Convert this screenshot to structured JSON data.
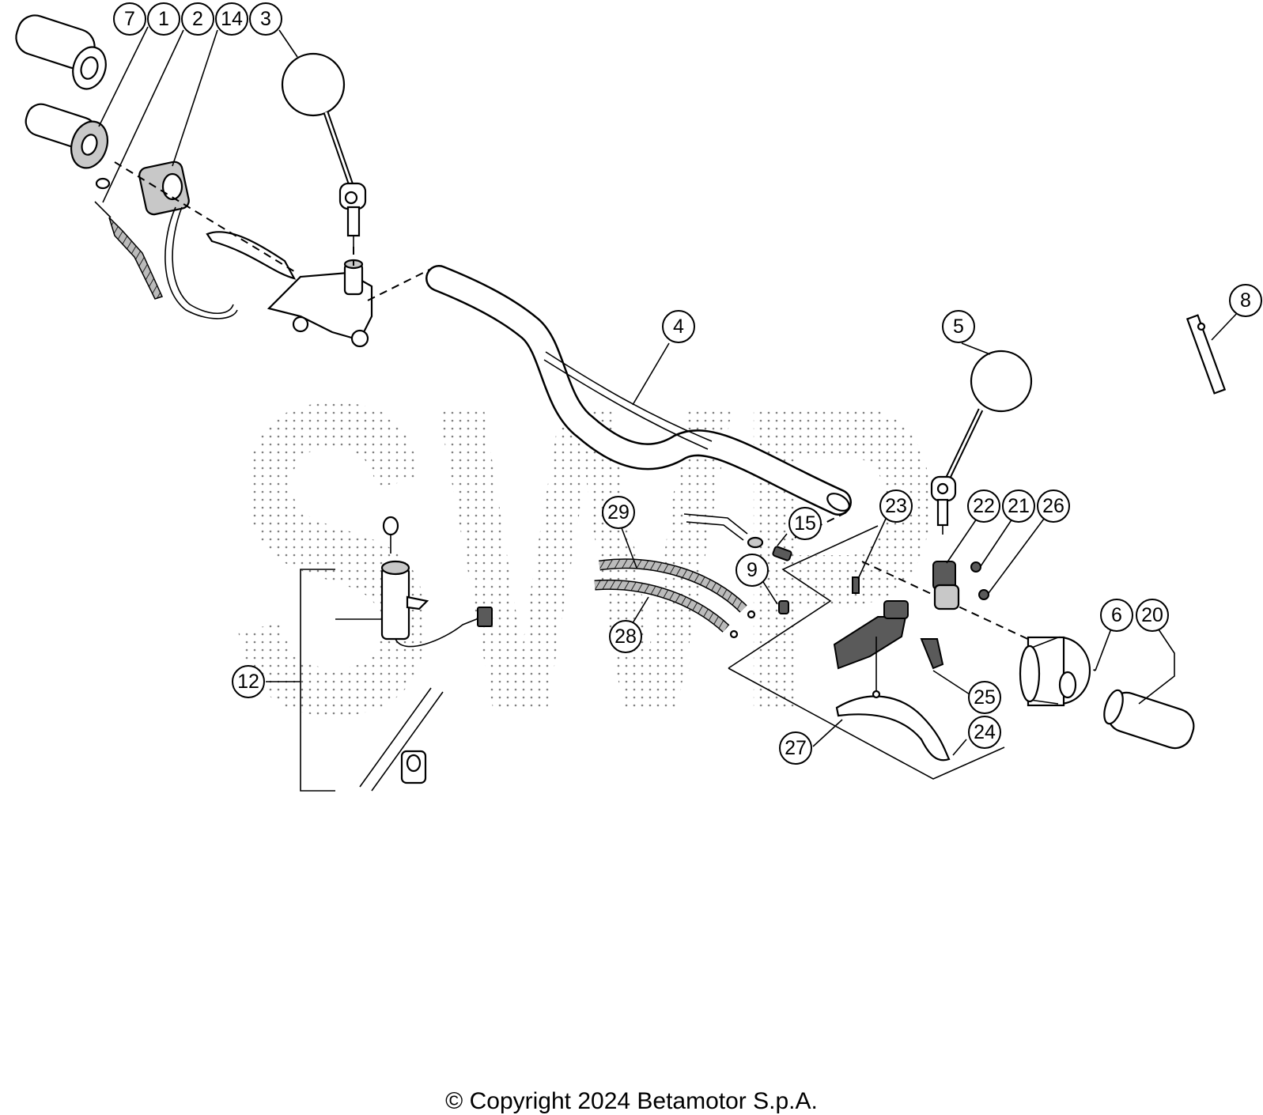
{
  "callouts": [
    {
      "id": "7",
      "label": "7"
    },
    {
      "id": "1",
      "label": "1"
    },
    {
      "id": "2",
      "label": "2"
    },
    {
      "id": "14",
      "label": "14"
    },
    {
      "id": "3",
      "label": "3"
    },
    {
      "id": "4",
      "label": "4"
    },
    {
      "id": "5",
      "label": "5"
    },
    {
      "id": "8",
      "label": "8"
    },
    {
      "id": "29",
      "label": "29"
    },
    {
      "id": "15",
      "label": "15"
    },
    {
      "id": "9",
      "label": "9"
    },
    {
      "id": "23",
      "label": "23"
    },
    {
      "id": "22",
      "label": "22"
    },
    {
      "id": "21",
      "label": "21"
    },
    {
      "id": "26",
      "label": "26"
    },
    {
      "id": "6",
      "label": "6"
    },
    {
      "id": "20",
      "label": "20"
    },
    {
      "id": "12",
      "label": "12"
    },
    {
      "id": "28",
      "label": "28"
    },
    {
      "id": "25",
      "label": "25"
    },
    {
      "id": "24",
      "label": "24"
    },
    {
      "id": "27",
      "label": "27"
    }
  ],
  "watermark": "SWP",
  "copyright": "© Copyright 2024 Betamotor S.p.A."
}
